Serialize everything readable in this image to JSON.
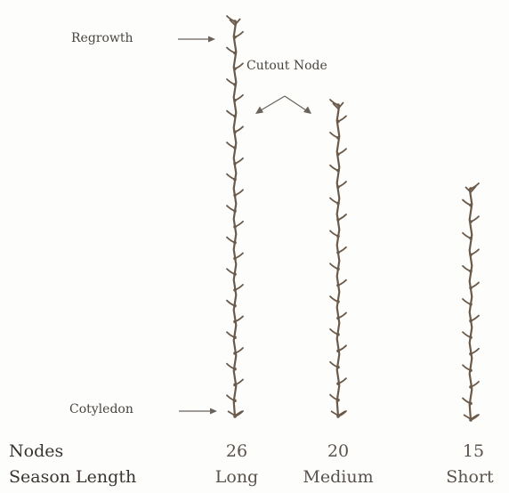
{
  "labels": {
    "regrowth": "Regrowth",
    "cutout_node": "Cutout Node",
    "cotyledon": "Cotyledon",
    "nodes_title": "Nodes",
    "season_title": "Season Length"
  },
  "plants": [
    {
      "nodes": "26",
      "season": "Long"
    },
    {
      "nodes": "20",
      "season": "Medium"
    },
    {
      "nodes": "15",
      "season": "Short"
    }
  ],
  "colors": {
    "stem": "#6b5a4a",
    "text": "#3d3733"
  }
}
